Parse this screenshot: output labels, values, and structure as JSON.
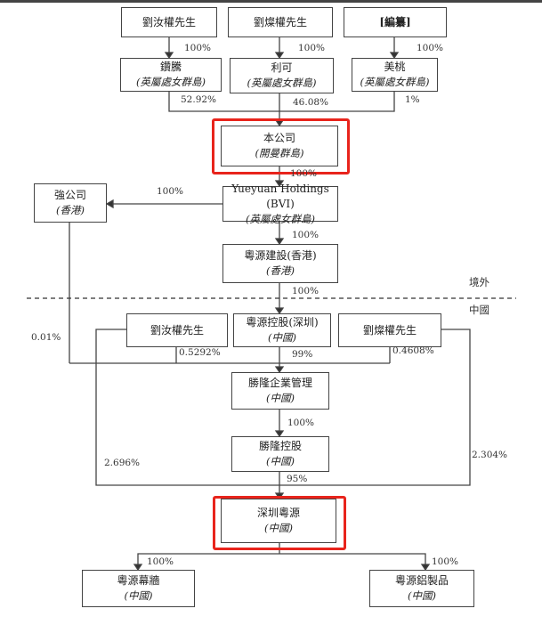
{
  "nodes": {
    "liu_ru_quan_top": {
      "name": "劉汝權先生"
    },
    "liu_can_quan_top": {
      "name": "劉燦權先生"
    },
    "redacted": {
      "name": "[編纂]"
    },
    "zuan_teng": {
      "name": "鑽騰",
      "place": "(英屬處女群島)"
    },
    "li_ke": {
      "name": "利可",
      "place": "(英屬處女群島)"
    },
    "mei_tao": {
      "name": "美桃",
      "place": "(英屬處女群島)"
    },
    "company": {
      "name": "本公司",
      "place": "(開曼群島)"
    },
    "qiang": {
      "name": "強公司",
      "place": "(香港)"
    },
    "yueyuan_bvi": {
      "name": "Yueyuan Holdings (BVI)",
      "place": "(英屬處女群島)"
    },
    "yueyuan_construction": {
      "name": "粵源建設(香港)",
      "place": "(香港)"
    },
    "liu_ru_quan_cn": {
      "name": "劉汝權先生"
    },
    "yueyuan_holding_sz": {
      "name": "粵源控股(深圳)",
      "place": "(中國)"
    },
    "liu_can_quan_cn": {
      "name": "劉燦權先生"
    },
    "shenglong_mgmt": {
      "name": "勝隆企業管理",
      "place": "(中國)"
    },
    "shenglong_holding": {
      "name": "勝隆控股",
      "place": "(中國)"
    },
    "shenzhen_yueyuan": {
      "name": "深圳粵源",
      "place": "(中國)"
    },
    "yueyuan_curtain": {
      "name": "粵源幕牆",
      "place": "(中國)"
    },
    "yueyuan_aluminum": {
      "name": "粵源鋁製品",
      "place": "(中國)"
    }
  },
  "percentages": {
    "p1": "100%",
    "p2": "100%",
    "p3": "100%",
    "p4": "52.92%",
    "p5": "46.08%",
    "p6": "1%",
    "p7": "100%",
    "p8": "100%",
    "p9": "100%",
    "p10": "100%",
    "p11": "0.01%",
    "p12": "0.5292%",
    "p13": "99%",
    "p14": "0.4608%",
    "p15": "100%",
    "p16": "2.696%",
    "p17": "2.304%",
    "p18": "95%",
    "p19": "100%",
    "p20": "100%"
  },
  "regions": {
    "offshore": "境外",
    "china": "中國"
  },
  "colors": {
    "highlight": "#e8241c",
    "line": "#444444"
  }
}
